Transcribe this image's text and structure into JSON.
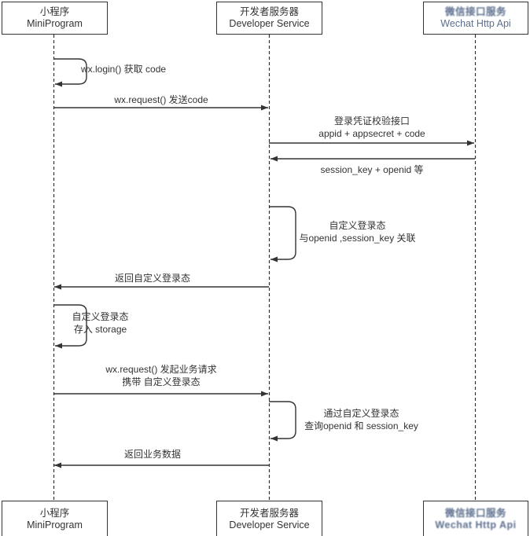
{
  "diagram": {
    "title": "WeChat MiniProgram login sequence diagram",
    "colors": {
      "line": "#333333",
      "text": "#333333",
      "wechat_text": "#5d6f8e",
      "background": "#ffffff"
    },
    "actors": {
      "top": [
        {
          "line1": "小程序",
          "line2": "MiniProgram"
        },
        {
          "line1": "开发者服务器",
          "line2": "Developer Service"
        },
        {
          "line1": "微信接口服务",
          "line2": "Wechat Http Api"
        }
      ],
      "bottom": [
        {
          "line1": "小程序",
          "line2": "MiniProgram"
        },
        {
          "line1": "开发者服务器",
          "line2": "Developer Service"
        },
        {
          "line1": "微信接口服务",
          "line2": "Wechat Http Api"
        }
      ]
    },
    "messages": [
      {
        "label": "wx.login() 获取 code"
      },
      {
        "label": "wx.request() 发送code"
      },
      {
        "line1": "登录凭证校验接口",
        "line2": "appid + appsecret + code"
      },
      {
        "label": "session_key + openid 等"
      },
      {
        "line1": "自定义登录态",
        "line2": "与openid ,session_key 关联"
      },
      {
        "label": "返回自定义登录态"
      },
      {
        "line1": "自定义登录态",
        "line2": "存入 storage"
      },
      {
        "line1": "wx.request() 发起业务请求",
        "line2": "携带 自定义登录态"
      },
      {
        "line1": "通过自定义登录态",
        "line2": "查询openid 和 session_key"
      },
      {
        "label": "返回业务数据"
      }
    ]
  }
}
